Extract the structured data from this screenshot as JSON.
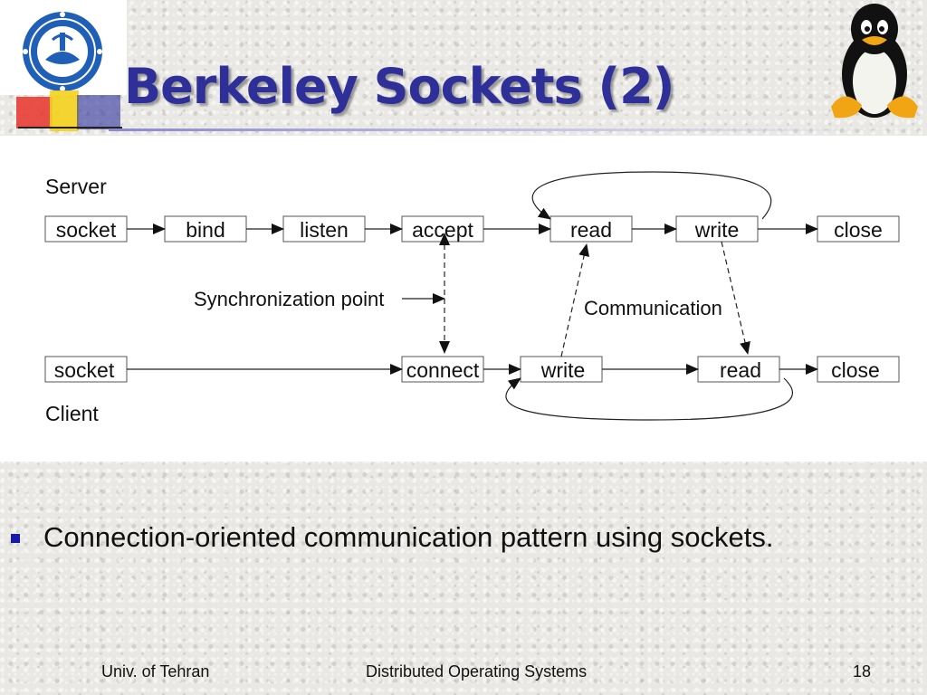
{
  "slide": {
    "title": "Berkeley Sockets (2)",
    "bullet": "Connection-oriented communication pattern using sockets."
  },
  "diagram": {
    "server_label": "Server",
    "client_label": "Client",
    "server_boxes": [
      "socket",
      "bind",
      "listen",
      "accept",
      "read",
      "write",
      "close"
    ],
    "client_boxes": [
      "socket",
      "connect",
      "write",
      "read",
      "close"
    ],
    "sync_label": "Synchronization point",
    "comm_label": "Communication"
  },
  "footer": {
    "left": "Univ. of Tehran",
    "center": "Distributed Operating Systems",
    "page": "18"
  },
  "colors": {
    "title": "#2e2f99",
    "bullet": "#1a1aaa",
    "logo_blue": "#1f5fb8",
    "deco_red": "#e8322a",
    "deco_yellow": "#f4d21c",
    "deco_blue": "#2d2f9b"
  },
  "icons": {
    "logo": "university-of-tehran-emblem",
    "penguin": "linux-tux-penguin-icon",
    "bullet": "square-bullet-icon"
  }
}
